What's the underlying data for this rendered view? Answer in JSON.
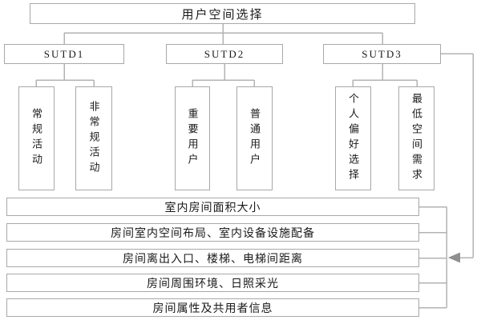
{
  "root": {
    "label": "用户空间选择"
  },
  "groups": [
    {
      "label": "SUTD1",
      "children": [
        {
          "label": "常规活动"
        },
        {
          "label": "非常规活动"
        }
      ]
    },
    {
      "label": "SUTD2",
      "children": [
        {
          "label": "重要用户"
        },
        {
          "label": "普通用户"
        }
      ]
    },
    {
      "label": "SUTD3",
      "children": [
        {
          "label": "个人偏好选择"
        },
        {
          "label": "最低空间需求"
        }
      ]
    }
  ],
  "criteria": [
    "室内房间面积大小",
    "房间室内空间布局、室内设备设施配备",
    "房间离出入口、楼梯、电梯间距离",
    "房间周围环境、日照采光",
    "房间属性及共用者信息"
  ],
  "colors": {
    "border": "#a8a8a8",
    "line": "#b3b3b3",
    "text": "#1a1a1a",
    "background": "#ffffff",
    "arrow": "#8f8f8f"
  }
}
